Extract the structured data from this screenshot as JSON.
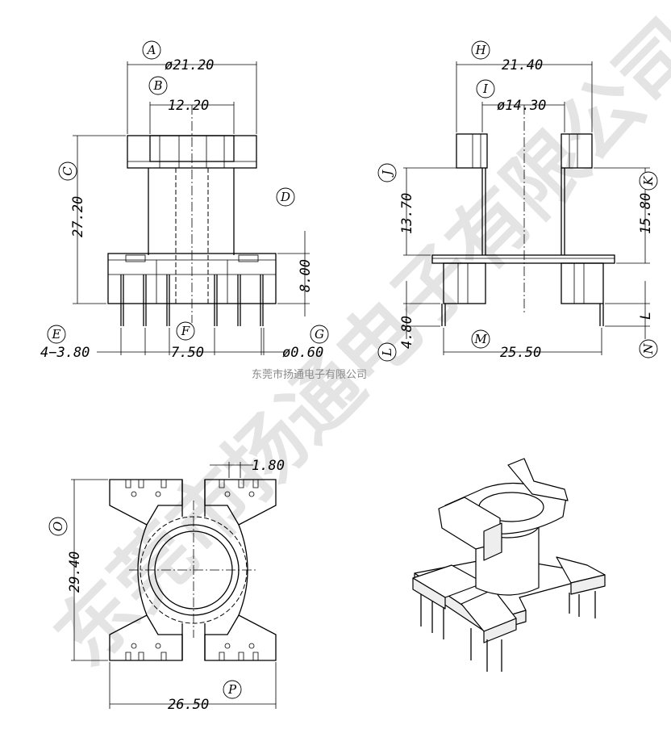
{
  "views": {
    "front": {
      "dims": {
        "A": "ø21.20",
        "B": "12.20",
        "C": "27.20",
        "D": "8.00",
        "E": "4−3.80",
        "F": "7.50",
        "G": "ø0.60"
      },
      "labels": [
        "A",
        "B",
        "C",
        "D",
        "E",
        "F",
        "G"
      ]
    },
    "side": {
      "dims": {
        "H": "21.40",
        "I": "ø14.30",
        "J": "13.70",
        "K": "15.80",
        "L": "4.80",
        "M": "25.50",
        "L_alt": "L"
      },
      "labels": [
        "H",
        "I",
        "J",
        "K",
        "L",
        "M",
        "N"
      ]
    },
    "bottom": {
      "dims": {
        "slot": "1.80",
        "O": "29.40",
        "P": "26.50"
      },
      "labels": [
        "O",
        "P"
      ]
    }
  },
  "caption": "东莞市扬通电子有限公司",
  "watermark": "东莞市扬通电子有限公司"
}
